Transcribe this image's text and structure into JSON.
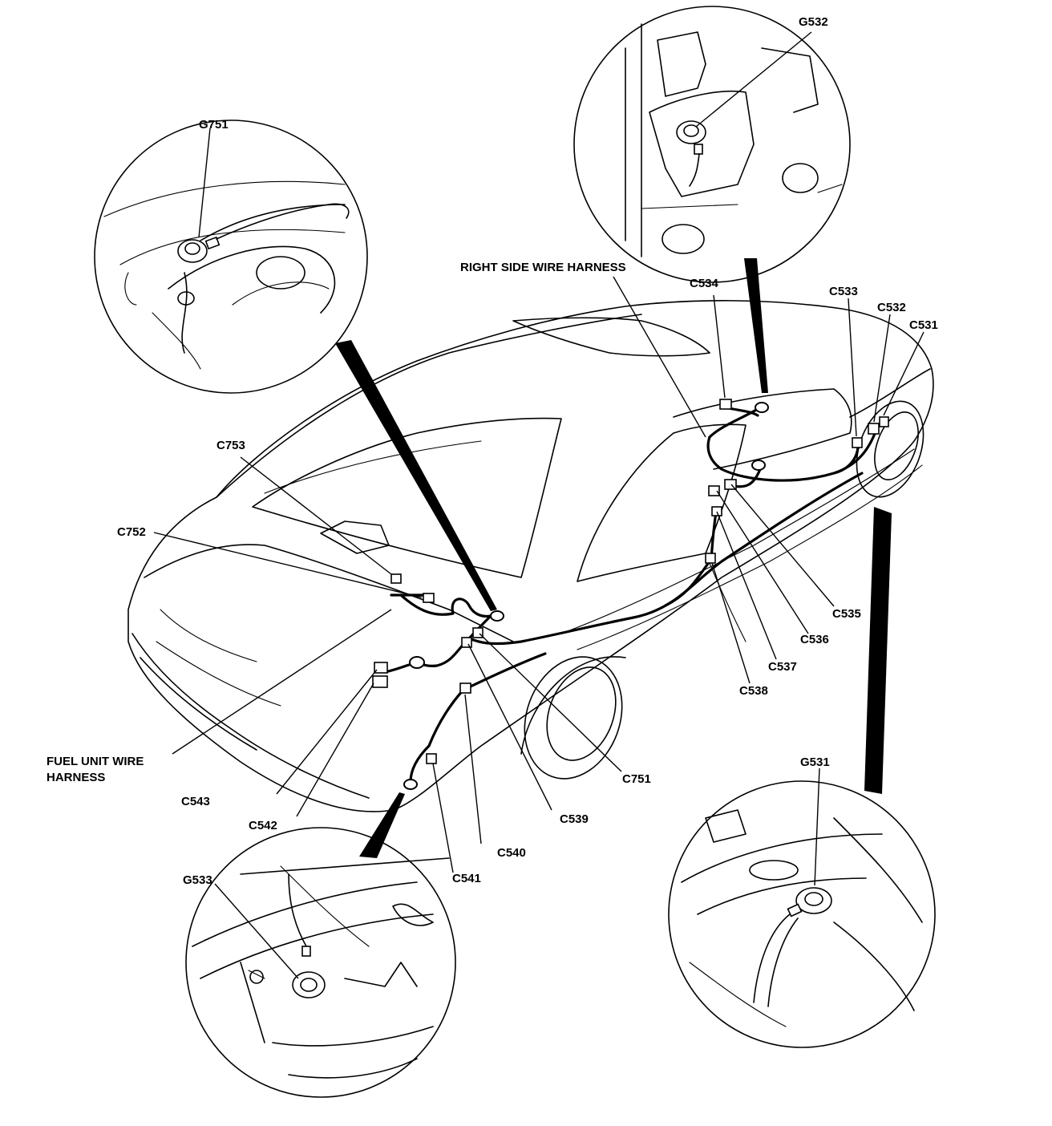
{
  "labels": {
    "g751": "G751",
    "g532": "G532",
    "g533": "G533",
    "g531": "G531",
    "right_harness": "RIGHT SIDE WIRE HARNESS",
    "fuel_harness_line1": "FUEL UNIT WIRE",
    "fuel_harness_line2": "HARNESS",
    "c534": "C534",
    "c533": "C533",
    "c532": "C532",
    "c531": "C531",
    "c753": "C753",
    "c752": "C752",
    "c535": "C535",
    "c536": "C536",
    "c537": "C537",
    "c538": "C538",
    "c751": "C751",
    "c543": "C543",
    "c542": "C542",
    "c539": "C539",
    "c540": "C540",
    "c541": "C541"
  },
  "colors": {
    "ink": "#000000",
    "paper": "#ffffff"
  }
}
